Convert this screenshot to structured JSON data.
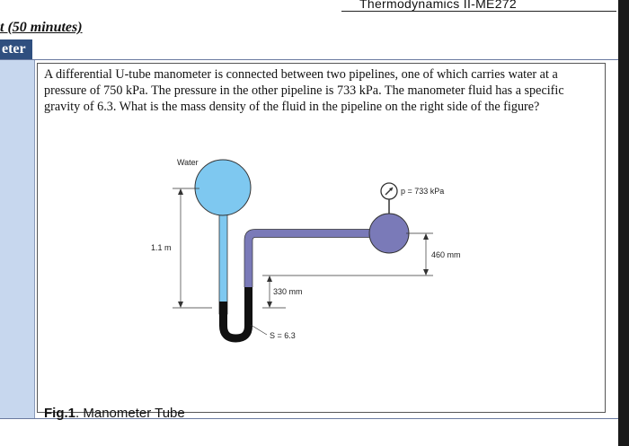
{
  "header": {
    "course_title": "Thermodynamics II-ME272",
    "exam_time": "t (50 minutes)",
    "section_tab": "eter"
  },
  "problem": {
    "text": "A differential U-tube manometer is connected between two pipelines, one of which carries water at a pressure of 750 kPa.  The pressure in the other pipeline is 733 kPa.  The manometer fluid has a specific gravity of 6.3.  What is the mass density of the fluid in the pipeline on the right side of the figure?"
  },
  "figure": {
    "labels": {
      "water": "Water",
      "pressure_right": "p = 733 kPa",
      "height_left": "1.1 m",
      "height_right": "460 mm",
      "height_middle": "330 mm",
      "specific_gravity": "S = 6.3"
    },
    "colors": {
      "water": "#7ec8f0",
      "right_fluid": "#7a7ab8",
      "manometer_fluid": "#111111"
    },
    "caption_prefix": "Fig.1",
    "caption_text": ". Manometer Tube"
  }
}
